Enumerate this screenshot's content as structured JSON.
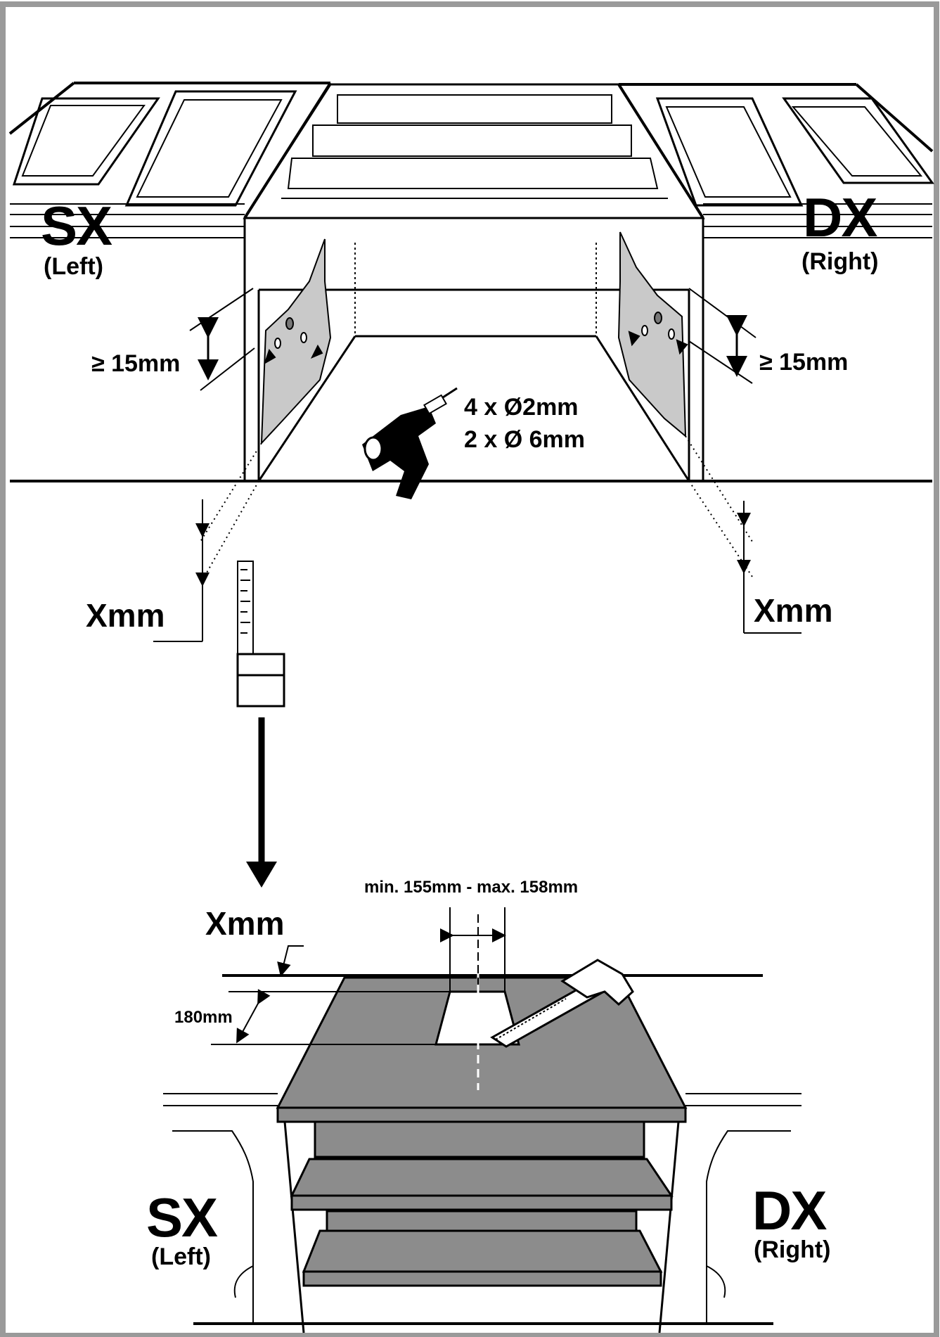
{
  "top": {
    "left_code": "SX",
    "left_name": "(Left)",
    "right_code": "DX",
    "right_name": "(Right)",
    "min_left": "≥ 15mm",
    "min_right": "≥ 15mm",
    "drill_line1": "4 x Ø2mm",
    "drill_line2": "2 x Ø 6mm",
    "x_left": "Xmm",
    "x_right": "Xmm"
  },
  "bottom": {
    "x_label": "Xmm",
    "cut_width": "min. 155mm - max. 158mm",
    "cut_depth": "180mm",
    "left_code": "SX",
    "left_name": "(Left)",
    "right_code": "DX",
    "right_name": "(Right)"
  },
  "icons": [
    "drill-icon",
    "tape-measure-icon",
    "jigsaw-icon",
    "down-arrow-icon"
  ],
  "colors": {
    "line": "#000000",
    "panel": "#c9c9c9",
    "shelf": "#8c8c8c",
    "frame": "#9a9a9a"
  }
}
